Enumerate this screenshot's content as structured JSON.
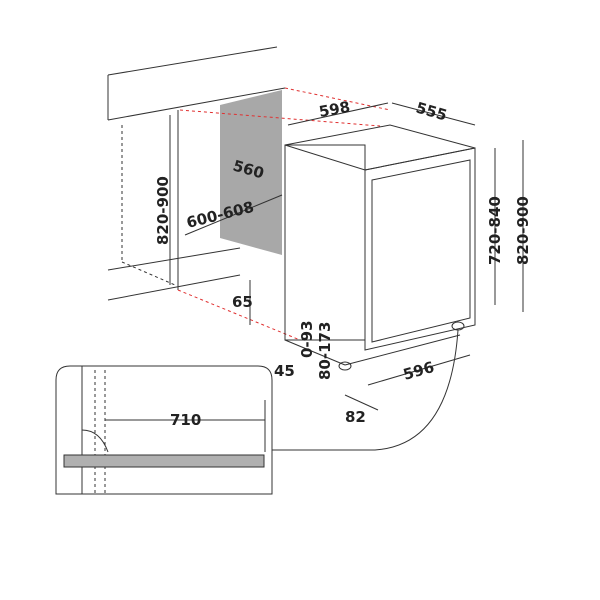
{
  "dimensions": {
    "width_top": "598",
    "depth_top": "555",
    "depth_niche": "560",
    "height_niche": "820-900",
    "width_niche": "600-608",
    "height_appliance": "720-840",
    "height_total": "820-900",
    "plinth_height": "65",
    "plinth_depth": "45",
    "feet_adjust": "0-93",
    "plinth_adjust": "80-173",
    "width_bottom": "596",
    "foot_offset": "82",
    "detail_width": "710"
  },
  "colors": {
    "niche_wall": "#a8a8a8",
    "cut_line": "#e03030",
    "worktop": "#b0b0b0"
  }
}
